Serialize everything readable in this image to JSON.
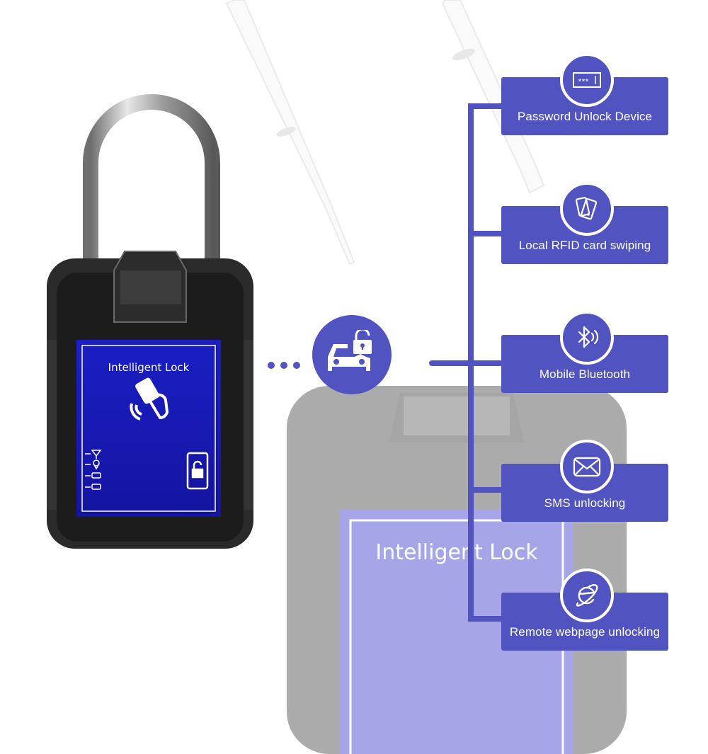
{
  "product": {
    "name": "Intelligent Lock",
    "screen_title": "Intelligent Lock",
    "screen_icons": [
      "signal-antenna-icon",
      "location-pin-icon",
      "battery-icon",
      "charging-icon",
      "phone-unlock-icon",
      "rfid-card-tap-icon"
    ]
  },
  "hub": {
    "icon": "car-unlock-icon",
    "connector_dots": 3
  },
  "features": [
    {
      "label": "Password Unlock Device",
      "icon": "password-field-icon",
      "icon_text": "***"
    },
    {
      "label": "Local RFID card swiping",
      "icon": "rfid-cards-icon"
    },
    {
      "label": "Mobile Bluetooth",
      "icon": "bluetooth-icon"
    },
    {
      "label": "SMS unlocking",
      "icon": "envelope-icon"
    },
    {
      "label": "Remote webpage unlocking",
      "icon": "web-browser-icon"
    }
  ],
  "colors": {
    "accent": "#5053c0",
    "screen_blue": "#1a1ab0",
    "lock_body": "#1e1e1f",
    "white": "#ffffff"
  }
}
